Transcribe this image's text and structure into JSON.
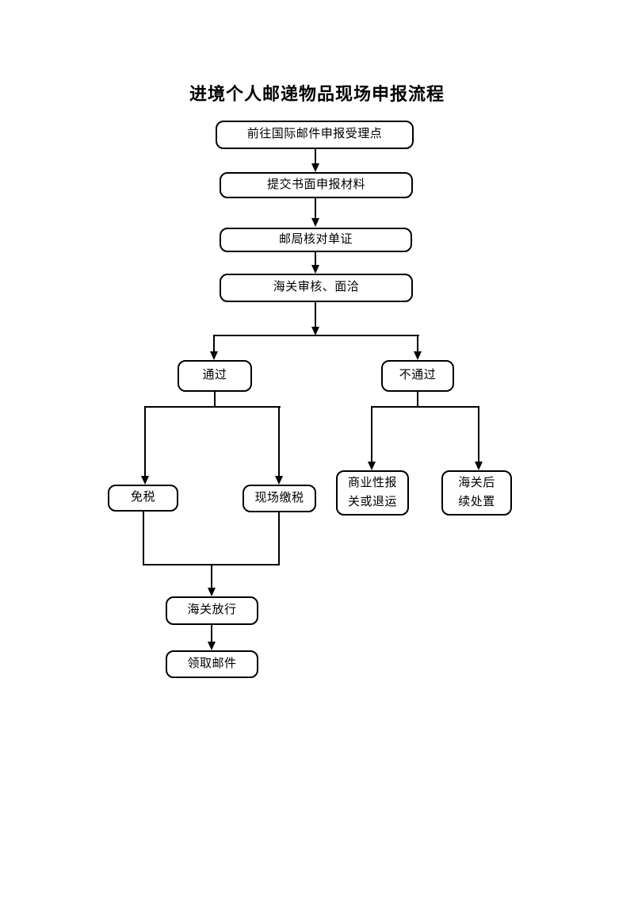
{
  "title": "进境个人邮递物品现场申报流程",
  "colors": {
    "background": "#ffffff",
    "line": "#000000",
    "text": "#000000"
  },
  "nodes": {
    "step1": {
      "label": "前往国际邮件申报受理点"
    },
    "step2": {
      "label": "提交书面申报材料"
    },
    "step3": {
      "label": "邮局核对单证"
    },
    "step4": {
      "label": "海关审核、面洽"
    },
    "pass": {
      "label": "通过"
    },
    "fail": {
      "label": "不通过"
    },
    "tax_free": {
      "label": "免税"
    },
    "pay_on_site": {
      "label": "现场缴税"
    },
    "commercial_return": {
      "label": "商业性报关或退运"
    },
    "customs_followup": {
      "label": "海关后续处置"
    },
    "release": {
      "label": "海关放行"
    },
    "pickup": {
      "label": "领取邮件"
    }
  },
  "edges": [
    {
      "from": "step1",
      "to": "step2"
    },
    {
      "from": "step2",
      "to": "step3"
    },
    {
      "from": "step3",
      "to": "step4"
    },
    {
      "from": "step4",
      "to": "pass"
    },
    {
      "from": "step4",
      "to": "fail"
    },
    {
      "from": "pass",
      "to": "tax_free"
    },
    {
      "from": "pass",
      "to": "pay_on_site"
    },
    {
      "from": "fail",
      "to": "commercial_return"
    },
    {
      "from": "fail",
      "to": "customs_followup"
    },
    {
      "from": "tax_free",
      "to": "release"
    },
    {
      "from": "pay_on_site",
      "to": "release"
    },
    {
      "from": "release",
      "to": "pickup"
    }
  ]
}
